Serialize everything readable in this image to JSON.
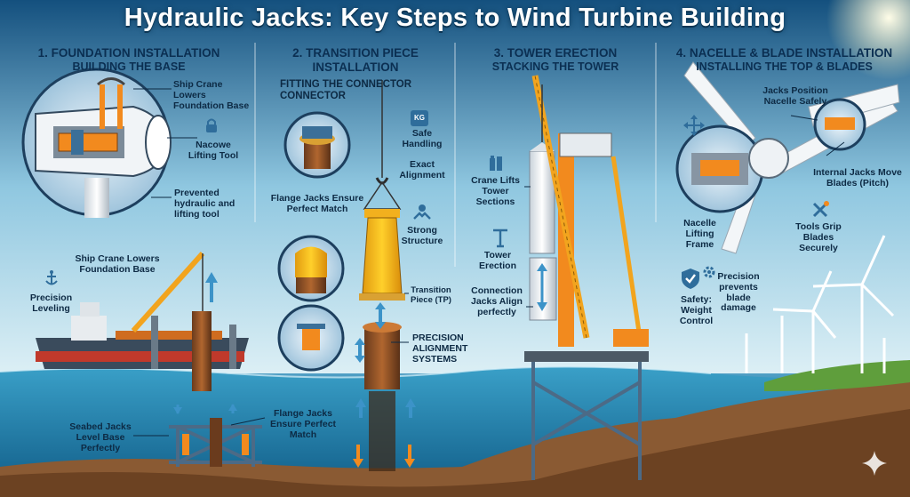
{
  "title": "Hydraulic Jacks: Key Steps to Wind Turbine Building",
  "colors": {
    "accent_orange": "#f28a1e",
    "steel_blue": "#3b6f98",
    "navy_text": "#0d2a44",
    "sea": "#2a7fb0"
  },
  "sections": [
    {
      "heading_line1": "1. FOUNDATION INSTALLATION",
      "heading_line2": "BUILDING THE BASE",
      "callouts": {
        "crane_top": "Ship Crane Lowers Foundation Base",
        "lifting_tool": "Nacowe Lifting Tool",
        "prevented": "Prevented hydraulic and lifting tool",
        "ship_crane": "Ship Crane Lowers Foundation Base",
        "precision_leveling": "Precision Leveling",
        "seabed_jacks": "Seabed Jacks Level Base Perfectly",
        "flange_jacks": "Flange Jacks Ensure Perfect Match"
      },
      "icons": [
        "lock-icon",
        "anchor-icon"
      ]
    },
    {
      "heading_line1": "2. TRANSITION PIECE",
      "heading_line2": "INSTALLATION",
      "subheading": "FITTING THE CONNECTOR CONNECTOR",
      "callouts": {
        "safe_handling": "Safe Handling",
        "weight_badge": "KG",
        "exact_alignment": "Exact Alignment",
        "flange_jacks": "Flange Jacks Ensure Perfect Match",
        "strong_structure": "Strong Structure",
        "transition_piece": "Transition Piece (TP)",
        "precision_alignment": "PRECISION ALIGNMENT SYSTEMS"
      },
      "icons": [
        "weight-icon",
        "handshake-icon"
      ]
    },
    {
      "heading_line1": "3. TOWER ERECTION",
      "heading_line2": "STACKING THE TOWER",
      "callouts": {
        "crane_lifts": "Crane Lifts Tower Sections",
        "tower_erection": "Tower Erection",
        "connection_jacks": "Connection Jacks Align perfectly"
      },
      "icons": [
        "bottles-icon",
        "tower-icon"
      ]
    },
    {
      "heading_line1": "4. NACELLE & BLADE INSTALLATION",
      "heading_line2": "INSTALLING THE TOP & BLADES",
      "callouts": {
        "jacks_position": "Jacks Position Nacelle Safely",
        "internal_jacks": "Internal Jacks Move Blades (Pitch)",
        "nacelle_frame": "Nacelle Lifting Frame",
        "tools_grip": "Tools Grip Blades Securely",
        "safety": "Safety: Weight Control",
        "precision_prevents": "Precision prevents blade damage"
      },
      "icons": [
        "move-arrows-icon",
        "shield-check-icon",
        "gear-icon",
        "tools-icon"
      ]
    }
  ]
}
